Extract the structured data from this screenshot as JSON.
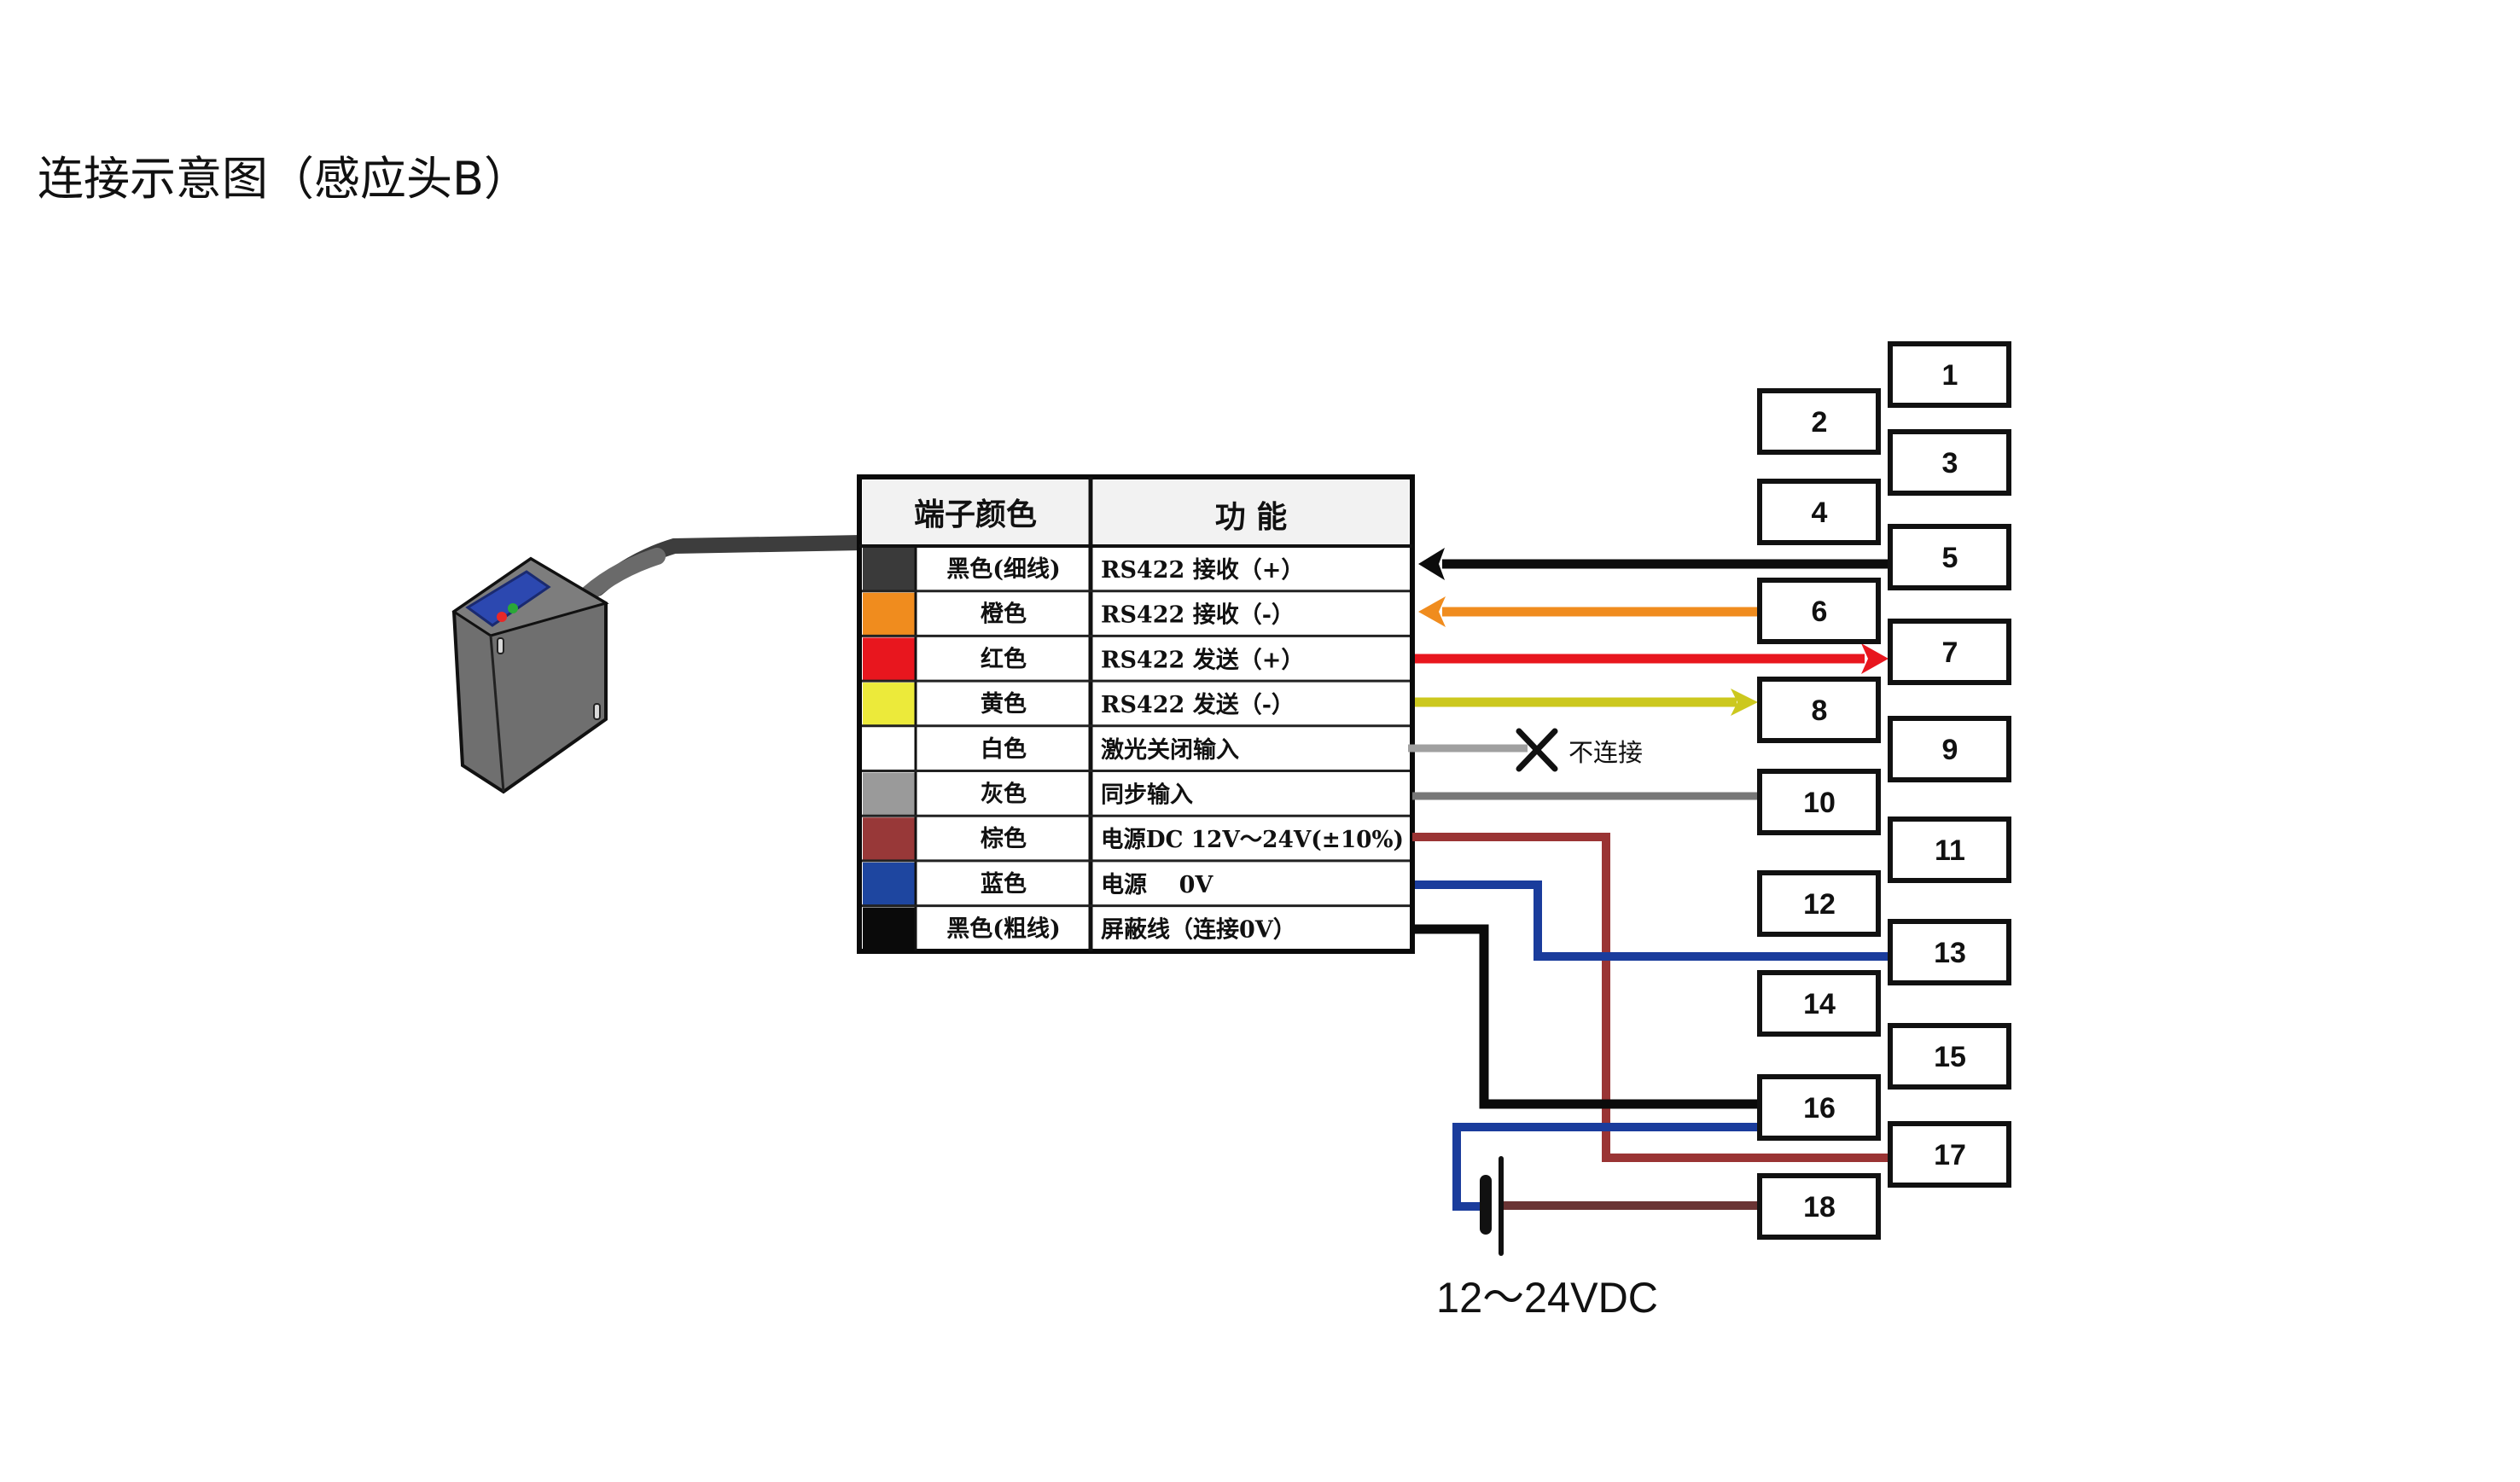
{
  "title": "连接示意图（感应头B）",
  "table": {
    "headers": [
      "端子颜色",
      "功 能"
    ],
    "rows": [
      {
        "color_name": "黑色(细线)",
        "swatch": "#3a3a3a",
        "function": "RS422 接收（+）",
        "wire": "#0c0c0c"
      },
      {
        "color_name": "橙色",
        "swatch": "#f08c1e",
        "function": "RS422 接收（-）",
        "wire": "#f08c1e"
      },
      {
        "color_name": "红色",
        "swatch": "#e8161e",
        "function": "RS422 发送（+）",
        "wire": "#e8161e"
      },
      {
        "color_name": "黄色",
        "swatch": "#ecea3a",
        "function": "RS422 发送（-）",
        "wire": "#ccc81e"
      },
      {
        "color_name": "白色",
        "swatch": "#ffffff",
        "function": "激光关闭输入",
        "wire": "#a0a0a0"
      },
      {
        "color_name": "灰色",
        "swatch": "#9a9a9a",
        "function": "同步输入",
        "wire": "#777777"
      },
      {
        "color_name": "棕色",
        "swatch": "#983838",
        "function": "电源DC 12V～24V(±10%)",
        "wire": "#9a3434"
      },
      {
        "color_name": "蓝色",
        "swatch": "#1e46a0",
        "function": "电源    0V",
        "wire": "#1a3c9c"
      },
      {
        "color_name": "黑色(粗线)",
        "swatch": "#0a0a0a",
        "function": "屏蔽线（连接0V）",
        "wire": "#0a0a0a"
      }
    ]
  },
  "terminals": [
    "1",
    "2",
    "3",
    "4",
    "5",
    "6",
    "7",
    "8",
    "9",
    "10",
    "11",
    "12",
    "13",
    "14",
    "15",
    "16",
    "17",
    "18"
  ],
  "connections": [
    {
      "wire": "黑色(细线)",
      "terminal": "5",
      "direction": "to-sensor"
    },
    {
      "wire": "橙色",
      "terminal": "6",
      "direction": "to-sensor"
    },
    {
      "wire": "红色",
      "terminal": "7",
      "direction": "to-terminal"
    },
    {
      "wire": "黄色",
      "terminal": "8",
      "direction": "to-terminal"
    },
    {
      "wire": "白色",
      "terminal": null,
      "direction": "none"
    },
    {
      "wire": "灰色",
      "terminal": "10",
      "direction": "none"
    },
    {
      "wire": "棕色",
      "terminal": "17",
      "direction": "none"
    },
    {
      "wire": "蓝色",
      "terminal": "13",
      "direction": "none"
    },
    {
      "wire": "黑色(粗线)",
      "terminal": "16",
      "direction": "none"
    }
  ],
  "no_connect_label": "不连接",
  "power_supply_label": "12～24VDC",
  "colors": {
    "battery_wire": "#6a3434",
    "sensor_body": "#6c6c6c",
    "sensor_window": "#2c48b0",
    "led_red": "#e82828",
    "led_green": "#2aa838"
  }
}
